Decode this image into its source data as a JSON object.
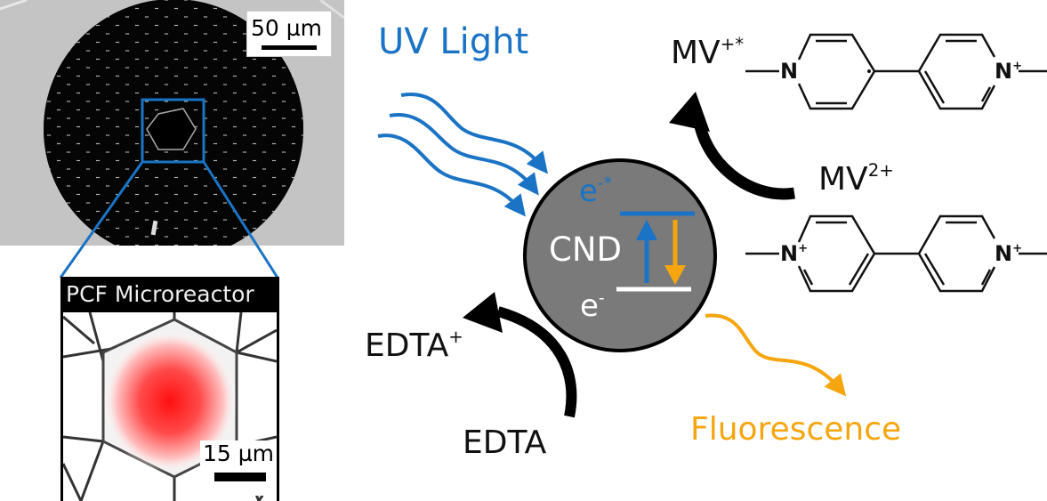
{
  "sem_image": {
    "scale_bar_label": "50 µm"
  },
  "inset": {
    "title": "PCF Microreactor",
    "scale_bar_label": "15 µm"
  },
  "labels": {
    "uv_light": "UV Light",
    "cnd": "CND",
    "excited_electron": "e",
    "excited_electron_sup": "-*",
    "ground_electron": "e",
    "ground_electron_sup": "-",
    "mv_radical": "MV",
    "mv_radical_sup": "+*",
    "mv_dication": "MV",
    "mv_dication_sup": "2+",
    "edta_ox": "EDTA",
    "edta_ox_sup": "+",
    "edta": "EDTA",
    "fluorescence": "Fluorescence"
  },
  "molecule": {
    "atom_n": "N",
    "charge_plus": "+"
  },
  "colors": {
    "uv_blue": "#1a73c4",
    "fluorescence_orange": "#f5a60f",
    "cnd_gray": "#7a7a7a",
    "black": "#000000"
  }
}
